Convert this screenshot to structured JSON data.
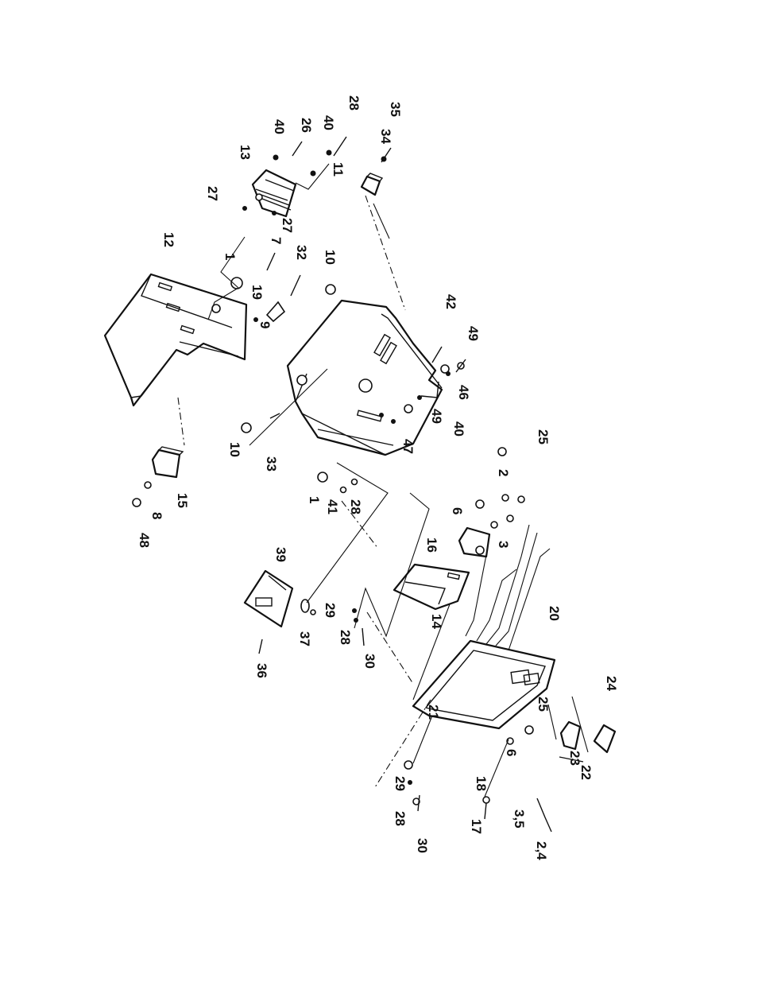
{
  "callouts": {
    "c26": "26",
    "c40a": "40",
    "c28a": "28",
    "c40b": "40",
    "c35a": "35",
    "c34": "34",
    "c13": "13",
    "c27a": "27",
    "c27b": "27",
    "c11": "11",
    "c12": "12",
    "c1a": "1",
    "c7": "7",
    "c32": "32",
    "c10a": "10",
    "c19": "19",
    "c9": "9",
    "c42": "42",
    "c49a": "49",
    "c46": "46",
    "c49b": "49",
    "c40c": "40",
    "c47": "47",
    "c10b": "10",
    "c33": "33",
    "c1b": "1",
    "c41": "41",
    "c28b": "28",
    "c48": "48",
    "c8": "8",
    "c15": "15",
    "c25a": "25",
    "c2": "2",
    "c6a": "6",
    "c16": "16",
    "c3": "3",
    "c39": "39",
    "c37": "37",
    "c36": "36",
    "c29a": "29",
    "c28c": "28",
    "c30a": "30",
    "c14": "14",
    "c20": "20",
    "c21": "21",
    "c25b": "25",
    "c6b": "6",
    "c24": "24",
    "c23": "23",
    "c22": "22",
    "c29b": "29",
    "c28d": "28",
    "c30b": "30",
    "c18": "18",
    "c17": "17",
    "c35b": "3,5",
    "c24b": "2,4"
  }
}
